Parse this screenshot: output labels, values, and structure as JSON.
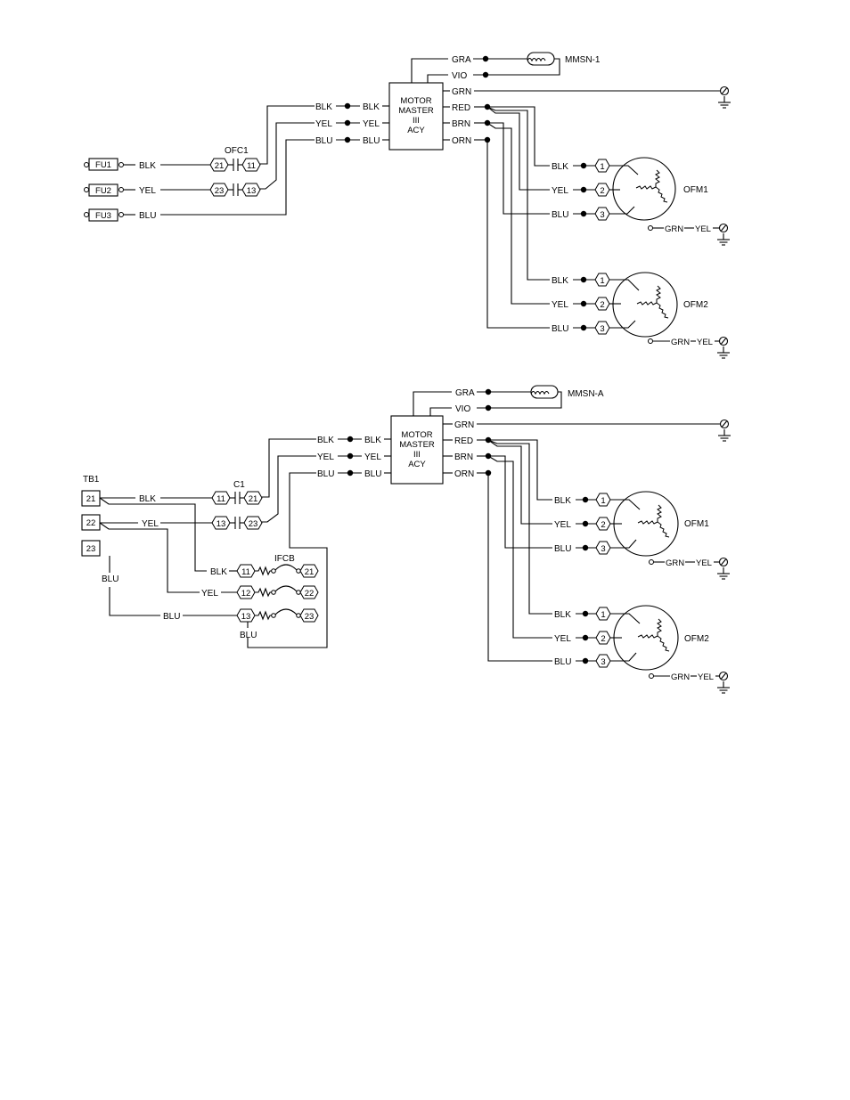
{
  "mm_title": [
    "MOTOR",
    "MASTER",
    "III",
    "ACY"
  ],
  "sensors": {
    "top": "MMSN-1",
    "bottom": "MMSN-A"
  },
  "mm_outputs": [
    "GRA",
    "VIO",
    "GRN",
    "RED",
    "BRN",
    "ORN"
  ],
  "mm_inputs": [
    "BLK",
    "YEL",
    "BLU"
  ],
  "motors": {
    "ofm1": "OFM1",
    "ofm2": "OFM2"
  },
  "motor_leads": [
    "BLK",
    "YEL",
    "BLU"
  ],
  "motor_terms": [
    "1",
    "2",
    "3"
  ],
  "motor_ground": "GRN",
  "motor_ground2": "YEL",
  "top": {
    "fuses": [
      "FU1",
      "FU2",
      "FU3"
    ],
    "contactor": "OFC1",
    "contactor_in": [
      "21",
      "23"
    ],
    "contactor_out": [
      "11",
      "13"
    ]
  },
  "bottom": {
    "tb_label": "TB1",
    "tb_terms": [
      "21",
      "22",
      "23"
    ],
    "contactor": "C1",
    "contactor_in": [
      "11",
      "13"
    ],
    "contactor_out": [
      "21",
      "23"
    ],
    "breaker": "IFCB",
    "breaker_in": [
      "11",
      "12",
      "13"
    ],
    "breaker_out": [
      "21",
      "22",
      "23"
    ]
  }
}
